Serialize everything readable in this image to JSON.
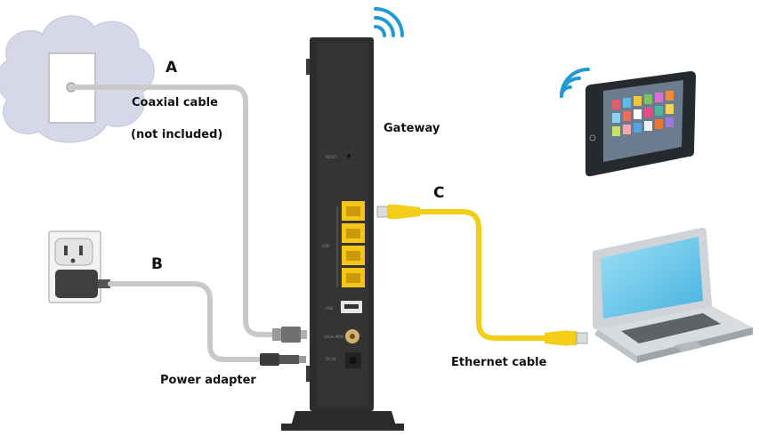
{
  "labels": {
    "a": "A",
    "b": "B",
    "c": "C",
    "coaxial": "Coaxial cable",
    "not_included": "(not included)",
    "gateway": "Gateway",
    "power_adapter": "Power adapter",
    "ethernet": "Ethernet cable"
  },
  "ports": {
    "reset": "RESET",
    "lan": "LAN",
    "usb": "USB",
    "cable_wan": "Cable WAN",
    "dc_in": "DC IN"
  },
  "colors": {
    "wifi": "#1e9ad6",
    "ethernet_cable": "#f3cd16",
    "cable_gray": "#c9c9c9",
    "gateway_body": "#2d2d2d",
    "cloud": "#d6d8ea",
    "port_yellow": "#f3c617"
  }
}
